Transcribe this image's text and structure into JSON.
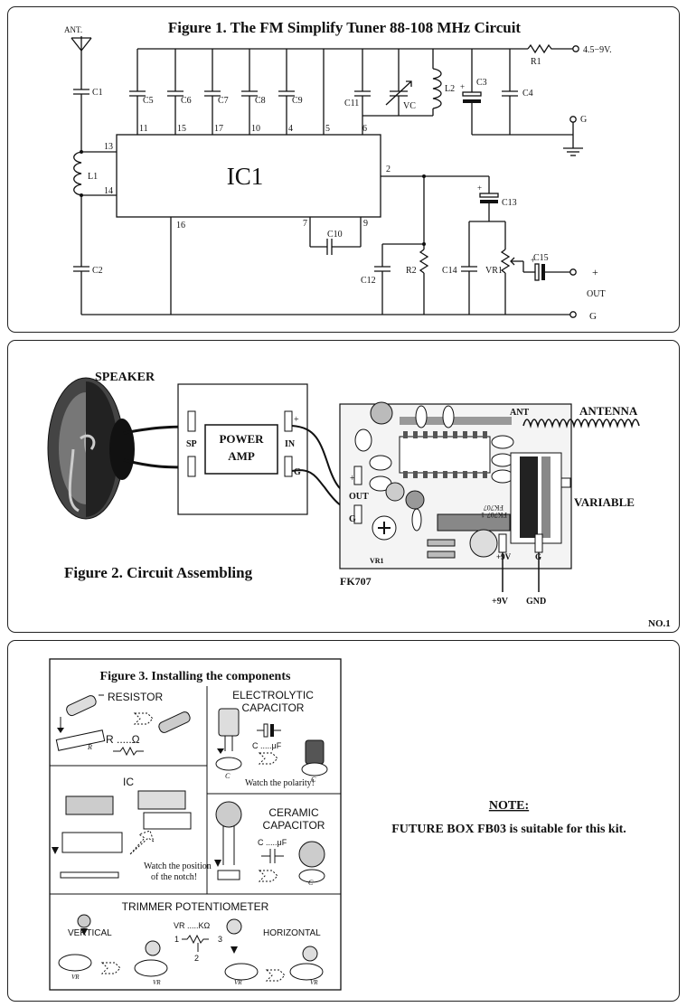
{
  "fig1": {
    "title": "Figure 1. The FM Simplify Tuner 88-108 MHz Circuit",
    "ant": "ANT.",
    "ic": "IC1",
    "supply": "4.5−9V.",
    "g": "G",
    "out": "OUT",
    "plus": "+",
    "caps_top": [
      "C5",
      "C6",
      "C7",
      "C8",
      "C9"
    ],
    "pins_top": [
      "11",
      "15",
      "17",
      "10",
      "4",
      "5",
      "6"
    ],
    "labels": {
      "c1": "C1",
      "c2": "C2",
      "l1": "L1",
      "c11": "C11",
      "vc": "VC",
      "l2": "L2",
      "c3": "C3",
      "r1": "R1",
      "c4": "C4",
      "c13": "C13",
      "c10": "C10",
      "c12": "C12",
      "r2": "R2",
      "c14": "C14",
      "vr1": "VR1",
      "c15": "C15"
    },
    "pins_other": {
      "p13": "13",
      "p14": "14",
      "p2": "2",
      "p16": "16",
      "p7": "7",
      "p9": "9"
    }
  },
  "fig2": {
    "speaker": "SPEAKER",
    "amp": [
      "POWER",
      "AMP"
    ],
    "sp": "SP",
    "in": "IN",
    "g": "G",
    "plus": "+",
    "out": "OUT",
    "ant": "ANT",
    "antenna": "ANTENNA",
    "variable": "VARIABLE",
    "caption": "Figure 2. Circuit Assembling",
    "model": "FK707",
    "vr1": "VR1",
    "p9v": "+9V",
    "gnd": "GND",
    "pcb_text": [
      "FK707",
      "FK707-1"
    ],
    "page": "NO.1"
  },
  "fig3": {
    "title": "Figure 3. Installing the components",
    "resistor": "RESISTOR",
    "r_value": "R .....Ω",
    "electrolytic": [
      "ELECTROLYTIC",
      "CAPACITOR"
    ],
    "c_uf": "C .....μF",
    "polarity": "Watch the polarity!",
    "ic": "IC",
    "notch": [
      "Watch the position",
      "of the notch!"
    ],
    "ceramic": [
      "CERAMIC",
      "CAPACITOR"
    ],
    "c_uf2": "C .....μF",
    "trimmer": "TRIMMER POTENTIOMETER",
    "vertical": "VERTICAL",
    "horizontal": "HORIZONTAL",
    "vr_value": "VR .....KΩ",
    "pin1": "1",
    "pin2": "2",
    "pin3": "3",
    "small_c": "C",
    "small_r": "R",
    "small_vr": "VR"
  },
  "note": {
    "title": "NOTE:",
    "text": "FUTURE BOX FB03 is suitable for this kit."
  }
}
